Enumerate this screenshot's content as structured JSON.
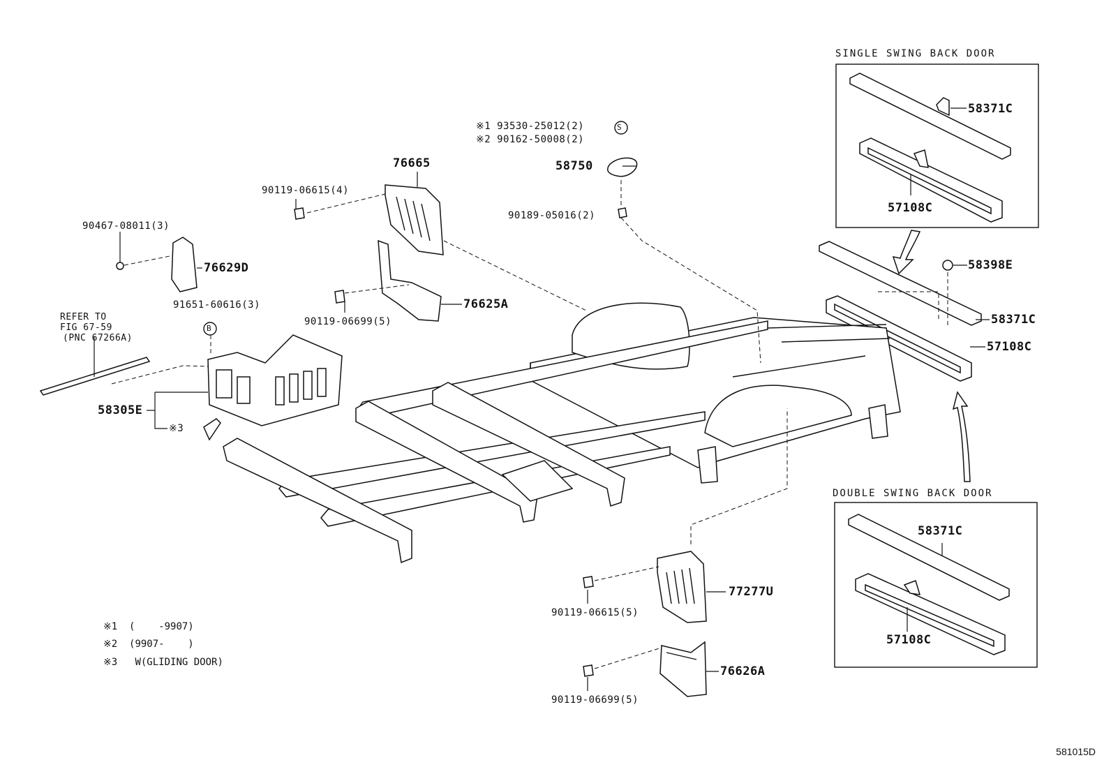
{
  "insets": {
    "single_title": "SINGLE SWING BACK DOOR",
    "double_title": "DOUBLE SWING BACK DOOR"
  },
  "reference": {
    "line1": "REFER TO",
    "line2": "FIG 67-59",
    "line3": "(PNC 67266A)"
  },
  "parts": {
    "p93530": "※1 93530-25012(2)",
    "p90162": "※2 90162-50008(2)",
    "p58750": "58750",
    "p90189": "90189-05016(2)",
    "p76665": "76665",
    "p90119_a": "90119-06615(4)",
    "p90467": "90467-08011(3)",
    "p76629D": "76629D",
    "p76625A": "76625A",
    "p90119_b": "90119-06699(5)",
    "p91651": "91651-60616(3)",
    "p58305E": "58305E",
    "note3_callout": "※3",
    "p58371C_s": "58371C",
    "p57108C_s": "57108C",
    "p58398E": "58398E",
    "p58371C_m": "58371C",
    "p57108C_m": "57108C",
    "p58371C_d": "58371C",
    "p57108C_d": "57108C",
    "p77277U": "77277U",
    "p90119_c": "90119-06615(5)",
    "p76626A": "76626A",
    "p90119_d": "90119-06699(5)"
  },
  "symbols": {
    "s_marker": "S",
    "b_marker": "B"
  },
  "legend": [
    "※1  (    -9907)",
    "※2  (9907-    )",
    "※3   W(GLIDING DOOR)"
  ],
  "figure_id": "581015D"
}
